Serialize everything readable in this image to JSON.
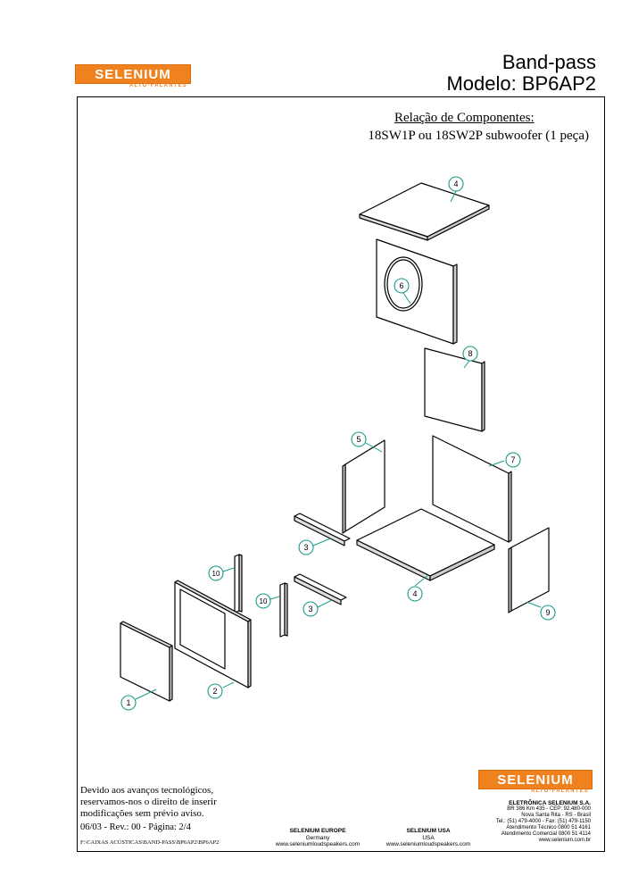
{
  "header": {
    "logo_text": "SELENIUM",
    "logo_subtitle": "ALTO-FALANTES",
    "title_line1": "Band-pass",
    "title_line2": "Modelo: BP6AP2"
  },
  "components": {
    "heading": "Relação de Componentes:",
    "line": "18SW1P ou 18SW2P subwoofer (1 peça)"
  },
  "callouts": [
    "4",
    "6",
    "8",
    "5",
    "7",
    "3",
    "4",
    "9",
    "10",
    "10",
    "3",
    "1",
    "2"
  ],
  "footer": {
    "notice_1": "Devido aos avanços tecnológicos,",
    "notice_2": "reservamos-nos o direito de inserir",
    "notice_3": "modificações sem prévio aviso.",
    "revision": "06/03 - Rev.: 00 - Página: 2/4",
    "path": "F:\\CAIXAS ACÚSTICAS\\BAND-PASS\\BP6AP2\\BP6AP2",
    "europe_name": "SELENIUM EUROPE",
    "europe_country": "Germany",
    "europe_url": "www.seleniumloudspeakers.com",
    "usa_name": "SELENIUM USA",
    "usa_country": "USA",
    "usa_url": "www.seleniumloudspeakers.com",
    "logo_text": "SELENIUM",
    "logo_subtitle": "ALTO-FALANTES",
    "company_name": "ELETRÔNICA SELENIUM S.A.",
    "company_addr1": "BR 386 Km 435 - CEP: 92.480-000",
    "company_addr2": "Nova Santa Rita - RS - Brasil",
    "company_tel": "Tel.: (51) 479-4000 - Fax: (51) 479-1150",
    "company_tech": "Atendimento Técnico 0800 51 4161",
    "company_sales": "Atendimento Comercial 0800 51 4114",
    "company_url": "www.selenium.com.br"
  },
  "colors": {
    "brand_orange": "#f0811f",
    "callout_teal": "#1a9a8a"
  }
}
